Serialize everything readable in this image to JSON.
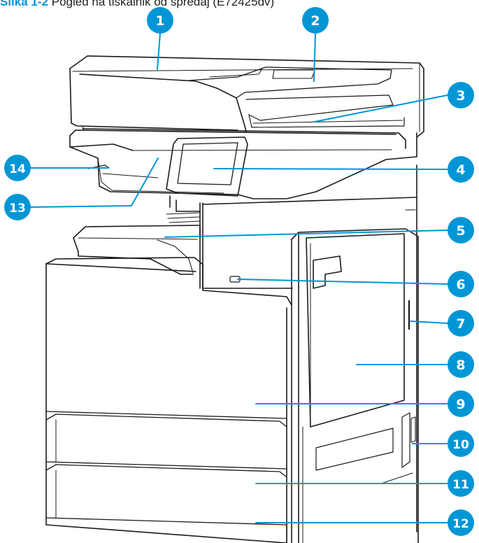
{
  "figure": {
    "label": "Slika 1-2",
    "caption": "Pogled na tiskalnik od spredaj (E72425dv)"
  },
  "colors": {
    "callout": "#0096d6",
    "callout_text": "#ffffff",
    "outline": "#1a1a1a",
    "leader": "#0096d6",
    "caption_label": "#0096d6"
  },
  "callouts": [
    {
      "num": "1"
    },
    {
      "num": "2"
    },
    {
      "num": "3"
    },
    {
      "num": "4"
    },
    {
      "num": "5"
    },
    {
      "num": "6"
    },
    {
      "num": "7"
    },
    {
      "num": "8"
    },
    {
      "num": "9"
    },
    {
      "num": "10"
    },
    {
      "num": "11"
    },
    {
      "num": "12"
    },
    {
      "num": "13"
    },
    {
      "num": "14"
    }
  ]
}
